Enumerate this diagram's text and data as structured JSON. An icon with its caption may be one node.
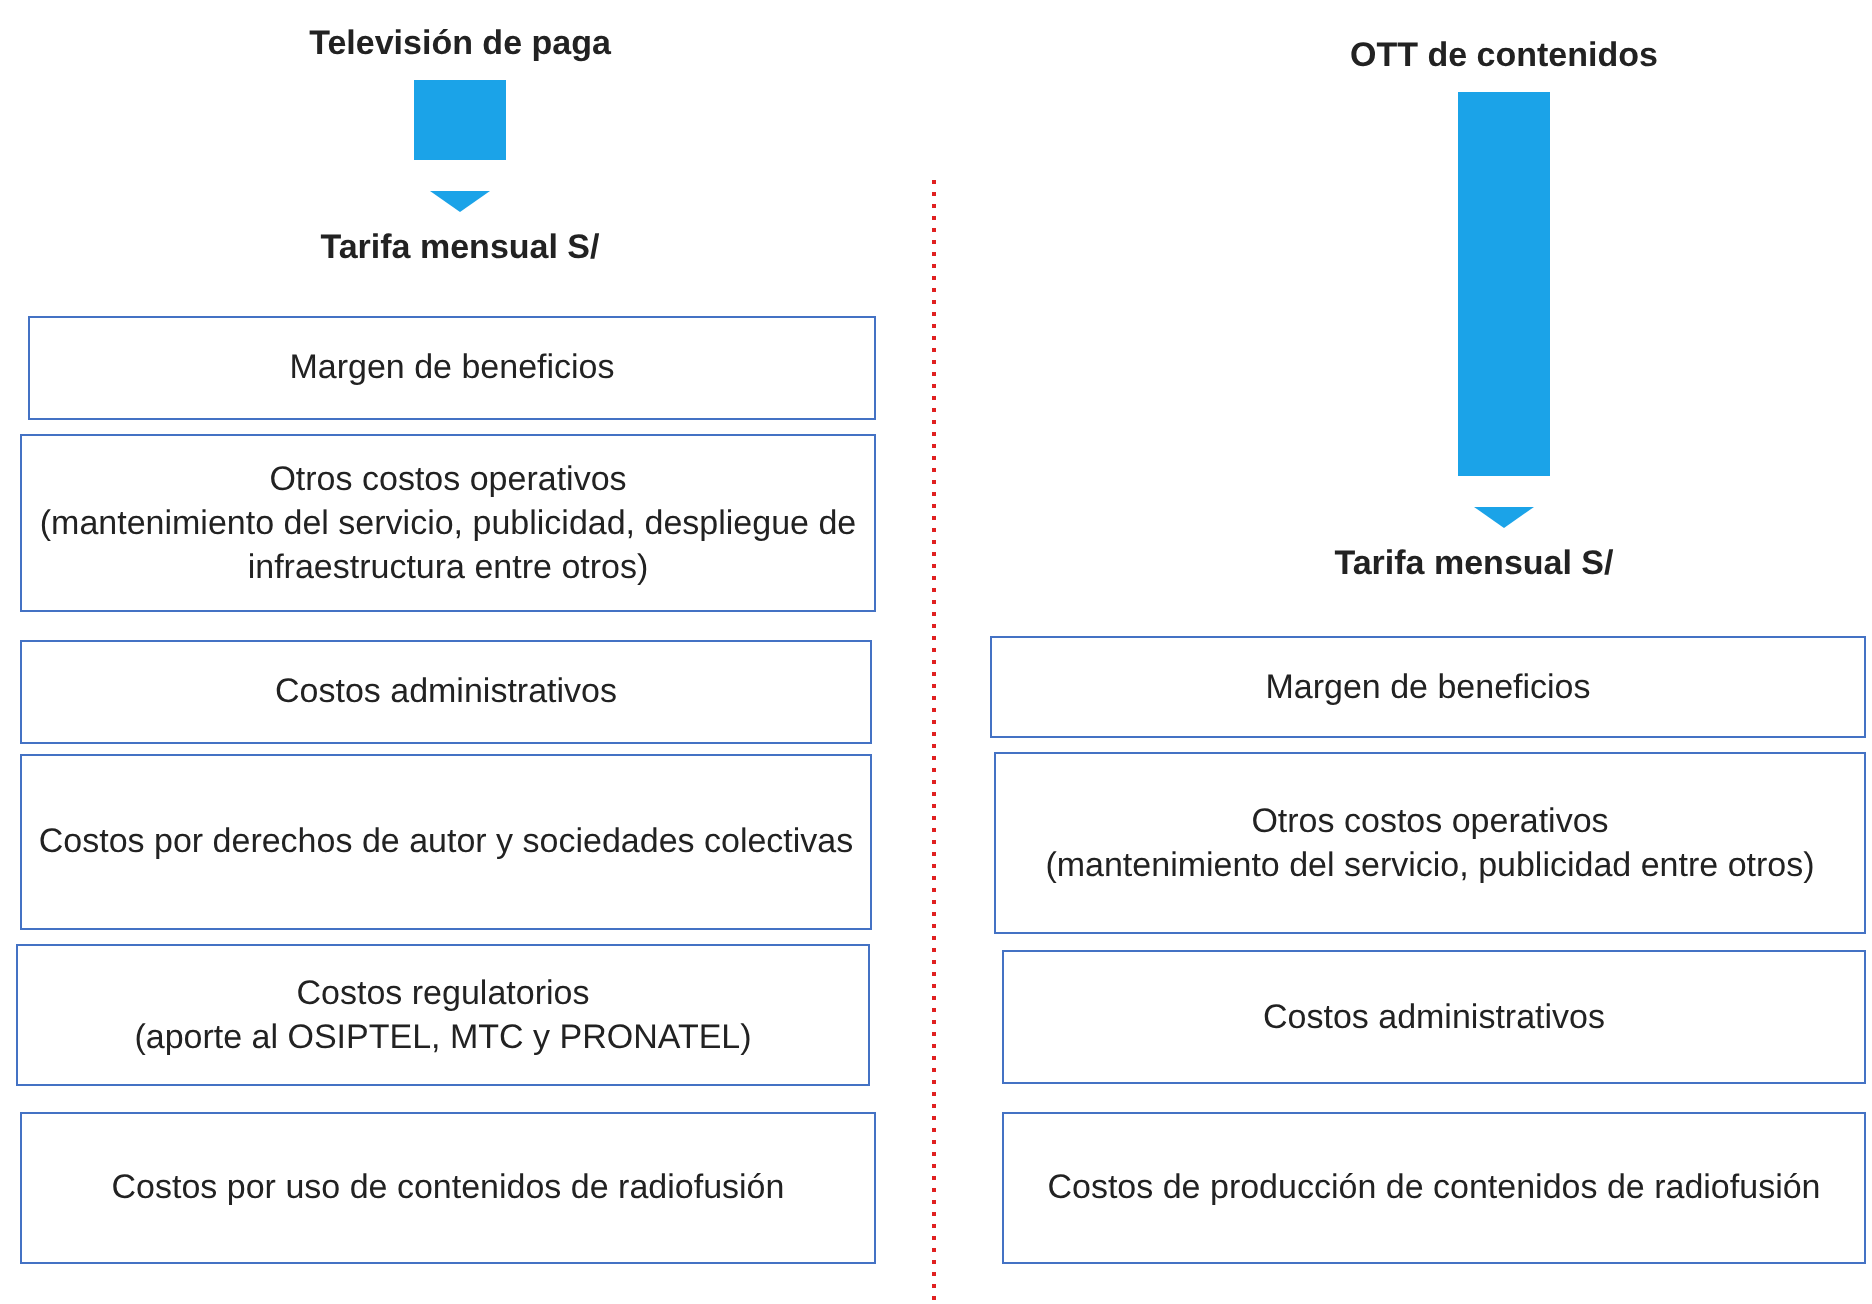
{
  "diagram": {
    "nodes": [
      {
        "text": [
          "Televisión de paga"
        ]
      },
      {
        "text": [
          "Tarifa mensual S/"
        ]
      },
      {
        "text": [
          "Margen de beneficios"
        ]
      },
      {
        "text": [
          "Otros costos operativos",
          "(mantenimiento del servicio, publicidad, despliegue de infraestructura entre otros)"
        ]
      },
      {
        "text": [
          "Costos administrativos"
        ]
      },
      {
        "text": [
          "Costos por derechos de autor y sociedades colectivas"
        ]
      },
      {
        "text": [
          "Costos regulatorios",
          "(aporte al OSIPTEL, MTC y PRONATEL)"
        ]
      },
      {
        "text": [
          "Costos por uso de contenidos de radiofusión"
        ]
      },
      {
        "text": [
          "OTT de contenidos"
        ]
      },
      {
        "text": [
          "Tarifa mensual S/"
        ]
      },
      {
        "text": [
          "Margen de beneficios"
        ]
      },
      {
        "text": [
          "Otros costos operativos",
          "(mantenimiento del servicio, publicidad entre otros)"
        ]
      },
      {
        "text": [
          "Costos administrativos"
        ]
      },
      {
        "text": [
          "Costos de producción de contenidos de radiofusión"
        ]
      }
    ],
    "edges": [
      {
        "from": 0,
        "to": 1,
        "arrow": "to"
      },
      {
        "from": 8,
        "to": 9,
        "arrow": "to"
      }
    ]
  }
}
